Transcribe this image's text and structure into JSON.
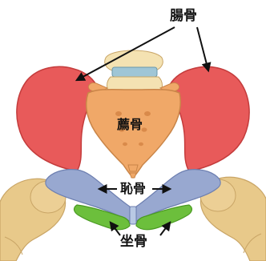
{
  "labels": {
    "ilium": "腸骨",
    "sacrum": "薦骨",
    "pubis": "恥骨",
    "ischium": "坐骨"
  },
  "colors": {
    "ilium": "#e85a5a",
    "sacrum": "#f0a868",
    "pubis": "#98a8d0",
    "ischium": "#6cbf3c",
    "femur": "#e8c98a",
    "vertebra": "#f4e2b2",
    "disc": "#9fc6d6",
    "arrow": "#111111"
  }
}
